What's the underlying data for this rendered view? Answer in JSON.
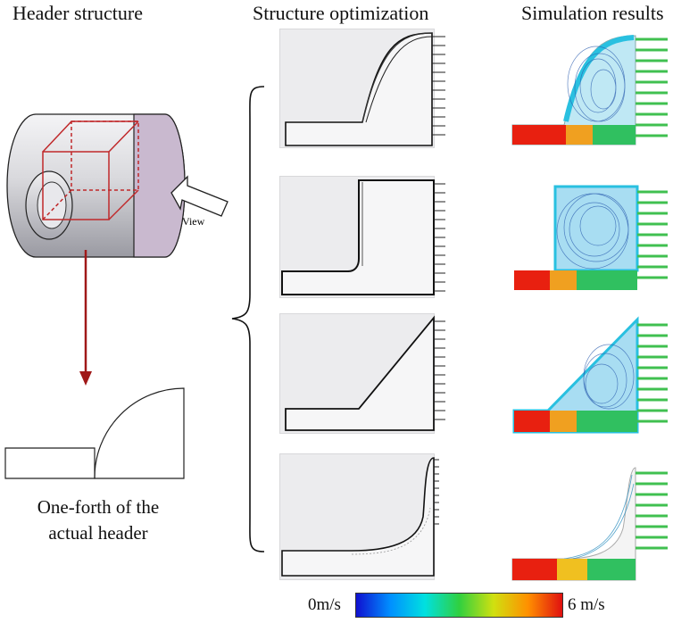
{
  "titles": {
    "header_structure": "Header structure",
    "structure_optimization": "Structure optimization",
    "simulation_results": "Simulation results"
  },
  "header_diagram": {
    "view_label": "View",
    "caption_line1": "One-forth of the",
    "caption_line2": "actual header"
  },
  "colorbar": {
    "min_label": "0m/s",
    "max_label": "6 m/s",
    "colors": [
      "#1010d0",
      "#0090ff",
      "#00e0e0",
      "#30d040",
      "#d0e010",
      "#ff9000",
      "#e01010"
    ]
  },
  "designs": [
    "curved",
    "right-angle",
    "inclined",
    "concave"
  ],
  "colors": {
    "cube_edge": "#c0282a",
    "arrow": "#a01818",
    "panel_bg": "#ececee"
  }
}
